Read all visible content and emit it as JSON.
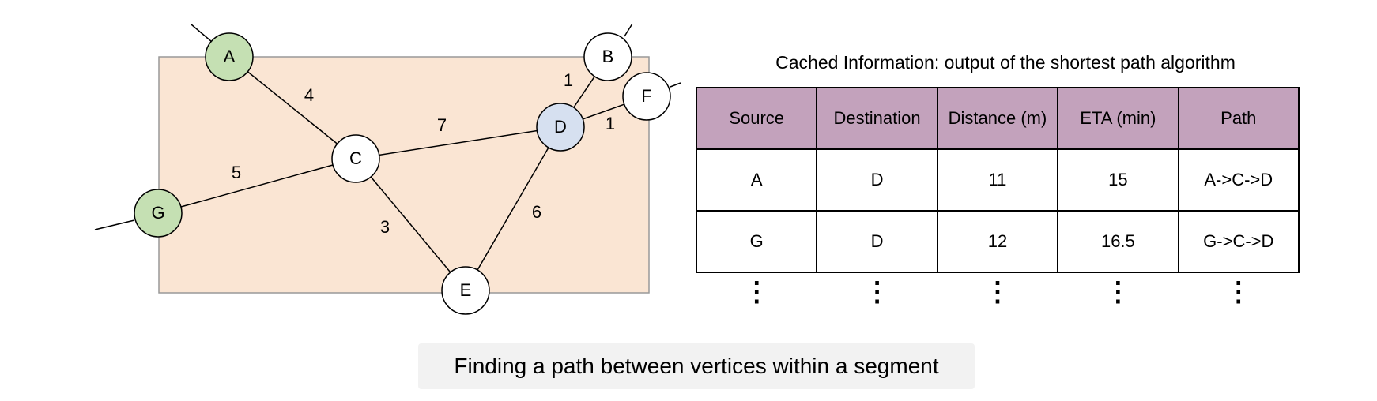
{
  "graph": {
    "nodes": [
      {
        "id": "A",
        "label": "A",
        "fill": "#c5e0b3"
      },
      {
        "id": "B",
        "label": "B",
        "fill": "#ffffff"
      },
      {
        "id": "F",
        "label": "F",
        "fill": "#ffffff"
      },
      {
        "id": "D",
        "label": "D",
        "fill": "#d6e0f0"
      },
      {
        "id": "C",
        "label": "C",
        "fill": "#ffffff"
      },
      {
        "id": "G",
        "label": "G",
        "fill": "#c5e0b3"
      },
      {
        "id": "E",
        "label": "E",
        "fill": "#ffffff"
      }
    ],
    "edges": [
      {
        "from": "A",
        "to": "C",
        "weight": "4"
      },
      {
        "from": "C",
        "to": "D",
        "weight": "7"
      },
      {
        "from": "G",
        "to": "C",
        "weight": "5"
      },
      {
        "from": "C",
        "to": "E",
        "weight": "3"
      },
      {
        "from": "E",
        "to": "D",
        "weight": "6"
      },
      {
        "from": "D",
        "to": "B",
        "weight": "1"
      },
      {
        "from": "D",
        "to": "F",
        "weight": "1"
      }
    ],
    "segment_fill": "#fae5d3",
    "segment_border": "#999999"
  },
  "cache": {
    "title": "Cached Information: output of the shortest path algorithm",
    "headers": [
      "Source",
      "Destination",
      "Distance (m)",
      "ETA (min)",
      "Path"
    ],
    "rows": [
      [
        "A",
        "D",
        "11",
        "15",
        "A->C->D"
      ],
      [
        "G",
        "D",
        "12",
        "16.5",
        "G->C->D"
      ]
    ],
    "ellipsis": [
      "⋮",
      "⋮",
      "⋮",
      "⋮",
      "⋮"
    ],
    "header_color": "#c3a2bc"
  },
  "caption": "Finding a path between vertices within a segment"
}
